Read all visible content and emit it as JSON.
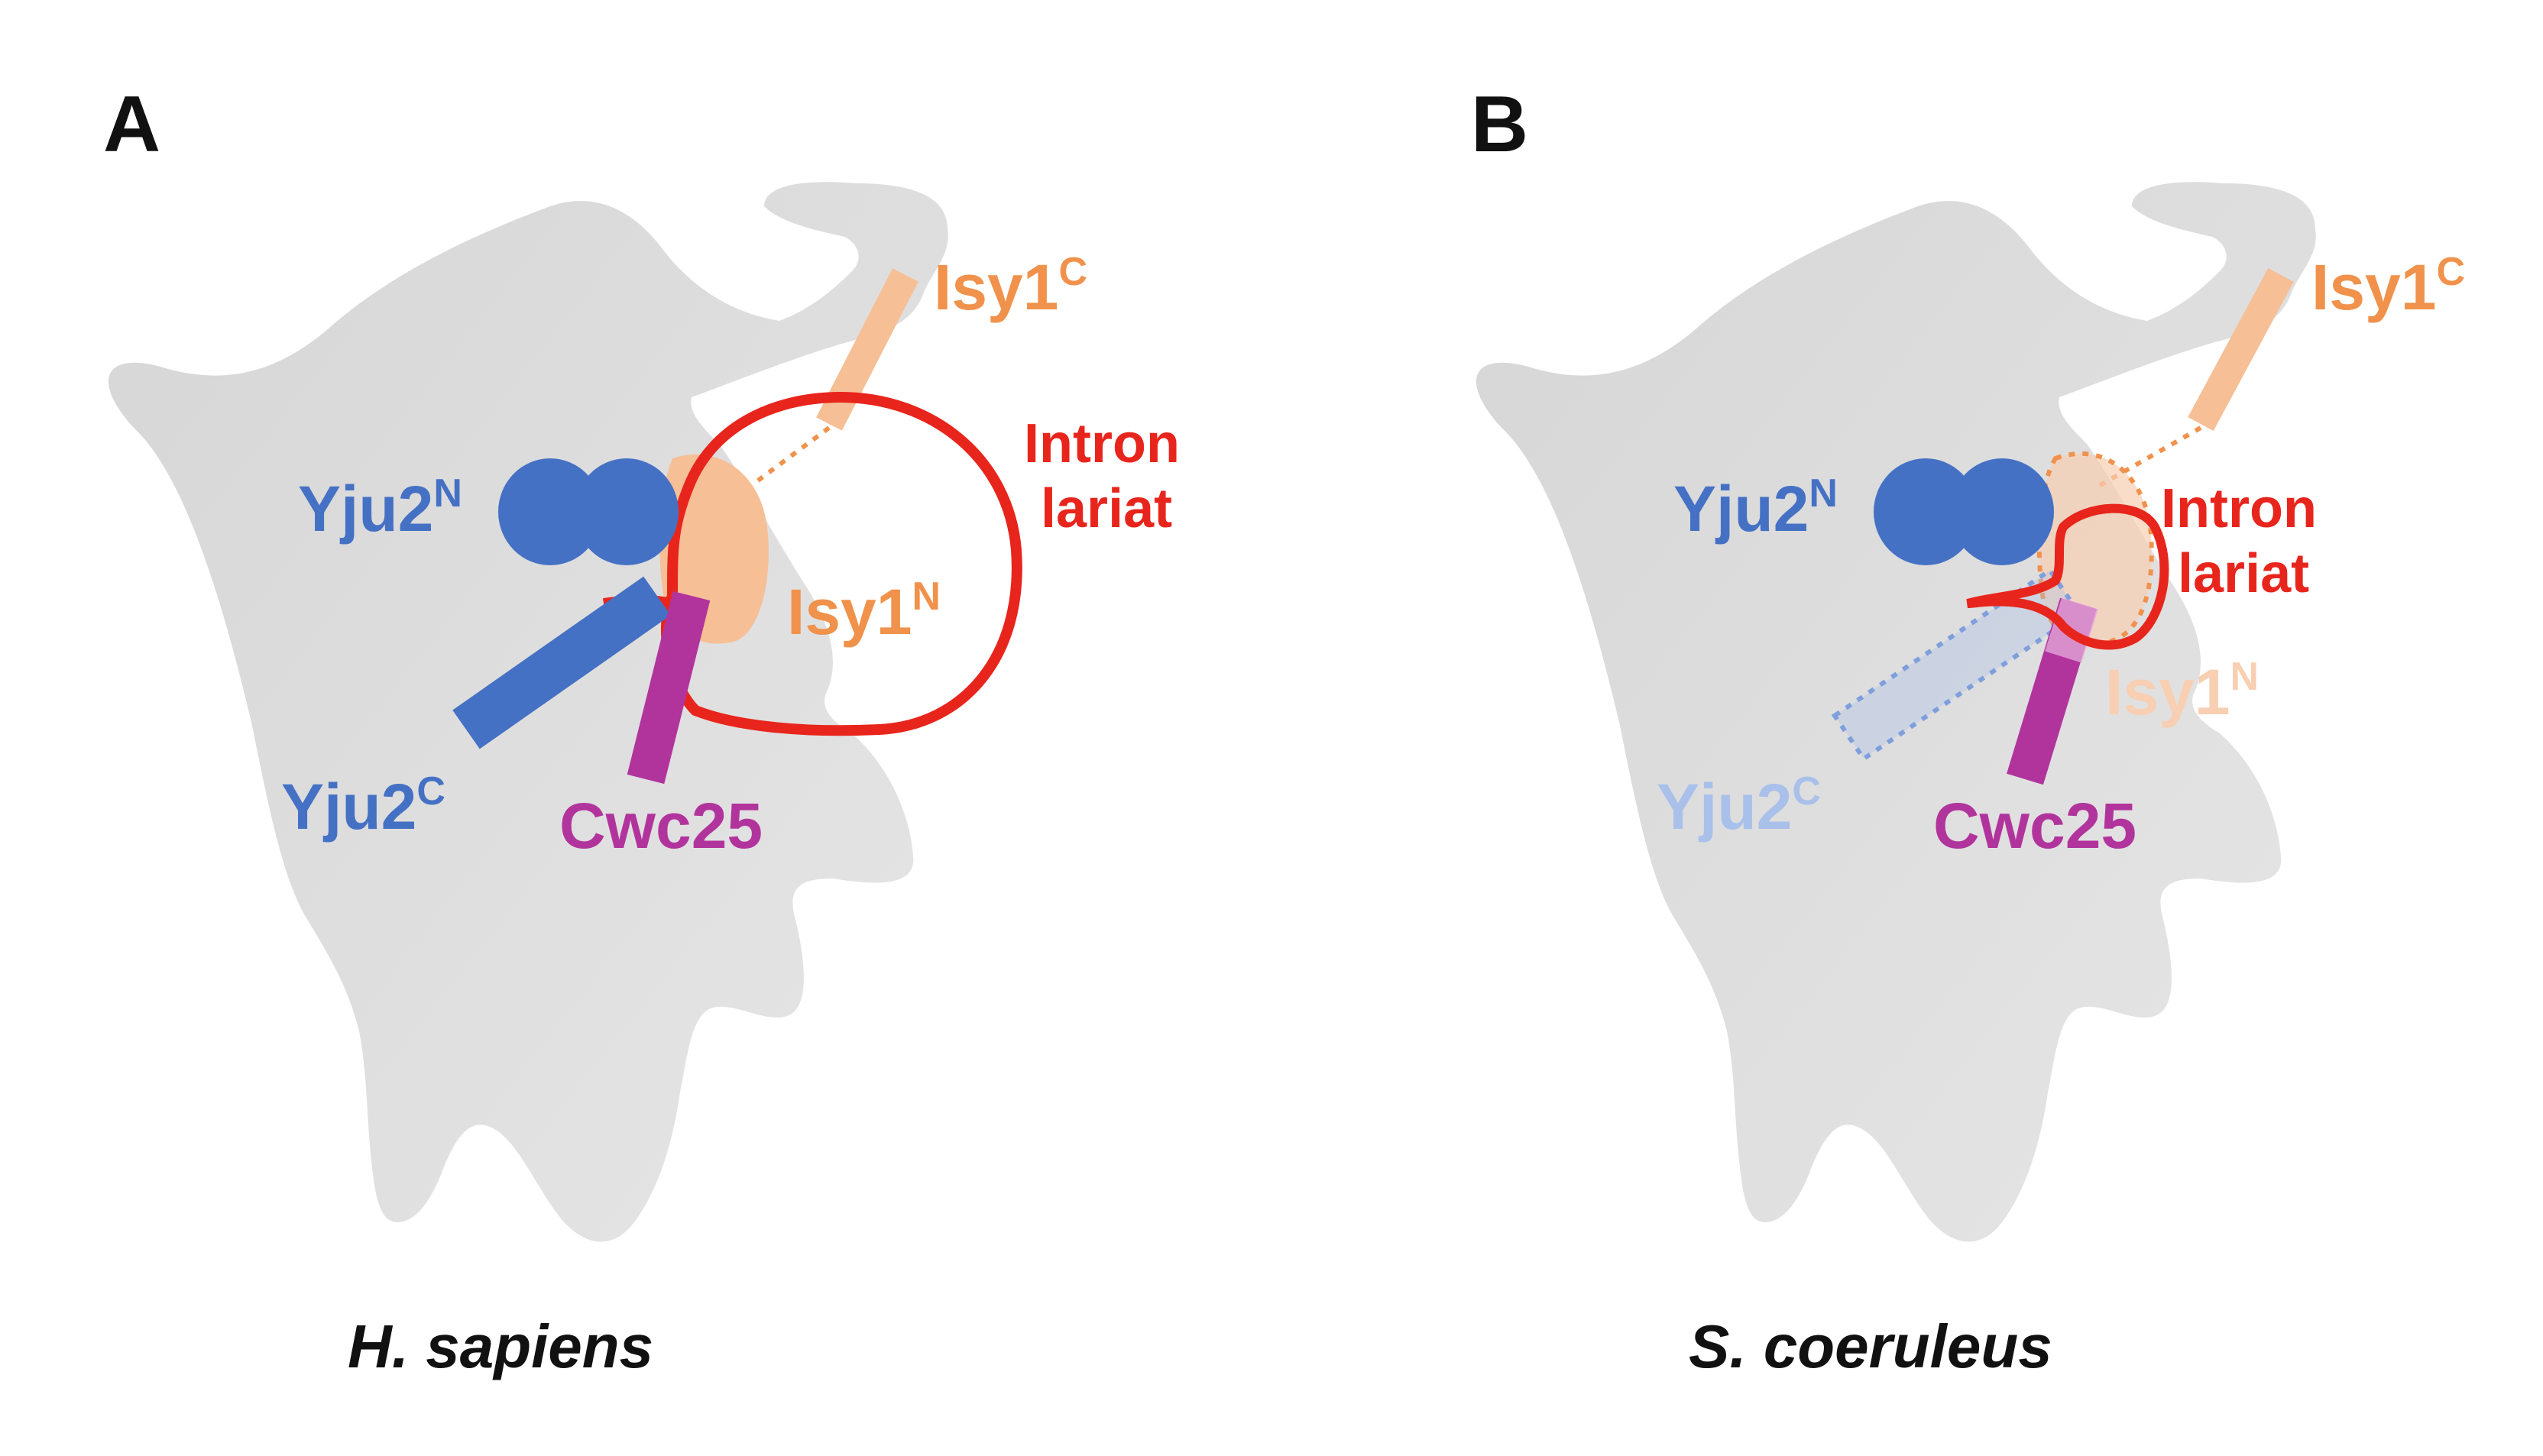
{
  "colors": {
    "blue": "#4571c4",
    "blue_faded": "#a9c0ea",
    "orange": "#f0924c",
    "orange_light": "#f6bf96",
    "orange_faded": "#f8cfb2",
    "red": "#e8251c",
    "magenta": "#b1349d",
    "grey": "#dcdcdc"
  },
  "panels": [
    {
      "letter": "A",
      "species": "H. sapiens",
      "labels": {
        "isy1c": {
          "base": "Isy1",
          "sup": "C"
        },
        "intron_line1": "Intron",
        "intron_line2": "lariat",
        "yju2n": {
          "base": "Yju2",
          "sup": "N"
        },
        "isy1n": {
          "base": "Isy1",
          "sup": "N"
        },
        "yju2c": {
          "base": "Yju2",
          "sup": "C"
        },
        "cwc25": "Cwc25"
      }
    },
    {
      "letter": "B",
      "species": "S. coeruleus",
      "labels": {
        "isy1c": {
          "base": "Isy1",
          "sup": "C"
        },
        "intron_line1": "Intron",
        "intron_line2": "lariat",
        "yju2n": {
          "base": "Yju2",
          "sup": "N"
        },
        "isy1n": {
          "base": "Isy1",
          "sup": "N"
        },
        "yju2c": {
          "base": "Yju2",
          "sup": "C"
        },
        "cwc25": "Cwc25"
      }
    }
  ]
}
